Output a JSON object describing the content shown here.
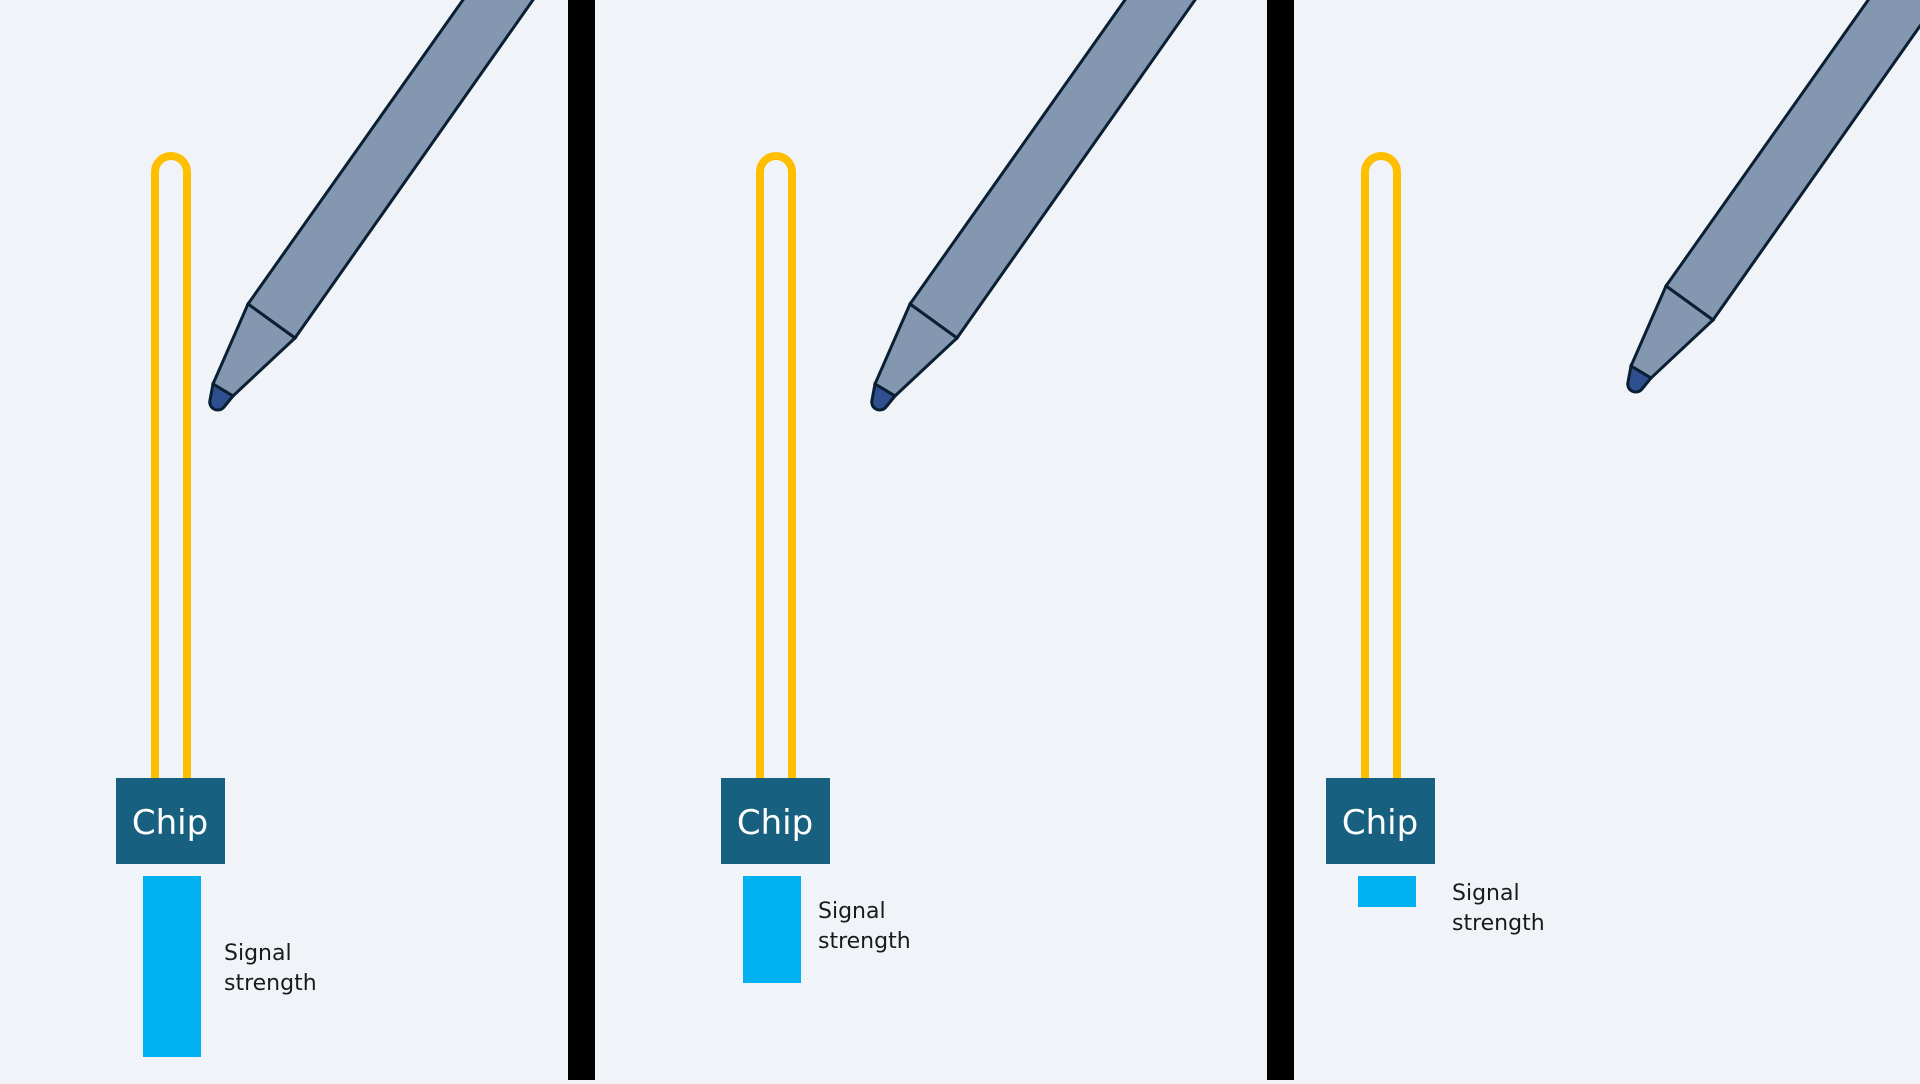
{
  "colors": {
    "background": "#f0f4f9",
    "divider": "#000000",
    "antenna": "#ffbf00",
    "chip": "#17607f",
    "signal_bar": "#00b0f0",
    "pen_body": "#8497b0",
    "pen_tip": "#2f4f8f",
    "outline": "#0b1f33"
  },
  "panels": [
    {
      "chip_label": "Chip",
      "signal_label_line1": "Signal",
      "signal_label_line2": "strength",
      "signal_strength": 1.0,
      "pen_state": "near"
    },
    {
      "chip_label": "Chip",
      "signal_label_line1": "Signal",
      "signal_label_line2": "strength",
      "signal_strength": 0.59,
      "pen_state": "medium"
    },
    {
      "chip_label": "Chip",
      "signal_label_line1": "Signal",
      "signal_label_line2": "strength",
      "signal_strength": 0.17,
      "pen_state": "far"
    }
  ]
}
